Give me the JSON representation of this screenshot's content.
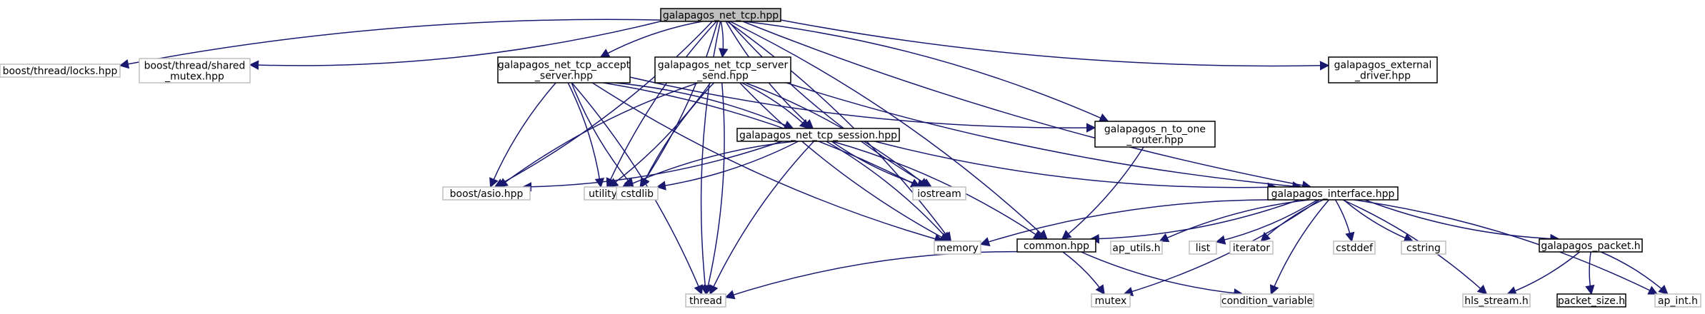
{
  "colors": {
    "edge": "#191970",
    "node_border_project": "#000000",
    "node_border_external": "#bfbfbf",
    "root_fill": "#bfbfbf",
    "text": "#000000"
  },
  "nodes": [
    {
      "id": "root",
      "lines": [
        "galapagos_net_tcp.hpp"
      ],
      "kind": "root"
    },
    {
      "id": "locks",
      "lines": [
        "boost/thread/locks.hpp"
      ],
      "kind": "external"
    },
    {
      "id": "shared_mutex",
      "lines": [
        "boost/thread/shared",
        "_mutex.hpp"
      ],
      "kind": "external"
    },
    {
      "id": "accept_server",
      "lines": [
        "galapagos_net_tcp_accept",
        "_server.hpp"
      ],
      "kind": "project"
    },
    {
      "id": "server_send",
      "lines": [
        "galapagos_net_tcp_server",
        "_send.hpp"
      ],
      "kind": "project"
    },
    {
      "id": "external_driver",
      "lines": [
        "galapagos_external",
        "_driver.hpp"
      ],
      "kind": "project"
    },
    {
      "id": "n_to_one",
      "lines": [
        "galapagos_n_to_one",
        "_router.hpp"
      ],
      "kind": "project"
    },
    {
      "id": "session",
      "lines": [
        "galapagos_net_tcp_session.hpp"
      ],
      "kind": "project"
    },
    {
      "id": "asio",
      "lines": [
        "boost/asio.hpp"
      ],
      "kind": "external"
    },
    {
      "id": "utility",
      "lines": [
        "utility"
      ],
      "kind": "external"
    },
    {
      "id": "cstdlib",
      "lines": [
        "cstdlib"
      ],
      "kind": "external"
    },
    {
      "id": "iostream",
      "lines": [
        "iostream"
      ],
      "kind": "external"
    },
    {
      "id": "interface",
      "lines": [
        "galapagos_interface.hpp"
      ],
      "kind": "project"
    },
    {
      "id": "memory",
      "lines": [
        "memory"
      ],
      "kind": "external"
    },
    {
      "id": "common",
      "lines": [
        "common.hpp"
      ],
      "kind": "project"
    },
    {
      "id": "ap_utils",
      "lines": [
        "ap_utils.h"
      ],
      "kind": "external"
    },
    {
      "id": "list",
      "lines": [
        "list"
      ],
      "kind": "external"
    },
    {
      "id": "iterator",
      "lines": [
        "iterator"
      ],
      "kind": "external"
    },
    {
      "id": "cstddef",
      "lines": [
        "cstddef"
      ],
      "kind": "external"
    },
    {
      "id": "cstring",
      "lines": [
        "cstring"
      ],
      "kind": "external"
    },
    {
      "id": "packet",
      "lines": [
        "galapagos_packet.h"
      ],
      "kind": "project"
    },
    {
      "id": "thread",
      "lines": [
        "thread"
      ],
      "kind": "external"
    },
    {
      "id": "mutex",
      "lines": [
        "mutex"
      ],
      "kind": "external"
    },
    {
      "id": "condition_variable",
      "lines": [
        "condition_variable"
      ],
      "kind": "external"
    },
    {
      "id": "hls_stream",
      "lines": [
        "hls_stream.h"
      ],
      "kind": "external"
    },
    {
      "id": "packet_size",
      "lines": [
        "packet_size.h"
      ],
      "kind": "project"
    },
    {
      "id": "ap_int",
      "lines": [
        "ap_int.h"
      ],
      "kind": "external"
    }
  ],
  "edges": [
    [
      "root",
      "locks"
    ],
    [
      "root",
      "shared_mutex"
    ],
    [
      "root",
      "accept_server"
    ],
    [
      "root",
      "server_send"
    ],
    [
      "root",
      "session"
    ],
    [
      "root",
      "asio"
    ],
    [
      "root",
      "utility"
    ],
    [
      "root",
      "cstdlib"
    ],
    [
      "root",
      "iostream"
    ],
    [
      "root",
      "memory"
    ],
    [
      "root",
      "thread"
    ],
    [
      "root",
      "n_to_one"
    ],
    [
      "root",
      "interface"
    ],
    [
      "root",
      "common"
    ],
    [
      "root",
      "external_driver"
    ],
    [
      "accept_server",
      "session"
    ],
    [
      "accept_server",
      "asio"
    ],
    [
      "accept_server",
      "utility"
    ],
    [
      "accept_server",
      "cstdlib"
    ],
    [
      "accept_server",
      "iostream"
    ],
    [
      "accept_server",
      "memory"
    ],
    [
      "accept_server",
      "thread"
    ],
    [
      "accept_server",
      "n_to_one"
    ],
    [
      "server_send",
      "session"
    ],
    [
      "server_send",
      "asio"
    ],
    [
      "server_send",
      "utility"
    ],
    [
      "server_send",
      "cstdlib"
    ],
    [
      "server_send",
      "iostream"
    ],
    [
      "server_send",
      "memory"
    ],
    [
      "server_send",
      "thread"
    ],
    [
      "server_send",
      "interface"
    ],
    [
      "session",
      "asio"
    ],
    [
      "session",
      "utility"
    ],
    [
      "session",
      "cstdlib"
    ],
    [
      "session",
      "iostream"
    ],
    [
      "session",
      "memory"
    ],
    [
      "session",
      "thread"
    ],
    [
      "session",
      "common"
    ],
    [
      "session",
      "interface"
    ],
    [
      "n_to_one",
      "common"
    ],
    [
      "interface",
      "memory"
    ],
    [
      "interface",
      "common"
    ],
    [
      "interface",
      "ap_utils"
    ],
    [
      "interface",
      "list"
    ],
    [
      "interface",
      "iterator"
    ],
    [
      "interface",
      "cstddef"
    ],
    [
      "interface",
      "cstring"
    ],
    [
      "interface",
      "mutex"
    ],
    [
      "interface",
      "condition_variable"
    ],
    [
      "interface",
      "hls_stream"
    ],
    [
      "interface",
      "packet"
    ],
    [
      "interface",
      "ap_int"
    ],
    [
      "common",
      "thread"
    ],
    [
      "common",
      "mutex"
    ],
    [
      "common",
      "condition_variable"
    ],
    [
      "packet",
      "hls_stream"
    ],
    [
      "packet",
      "packet_size"
    ],
    [
      "packet",
      "ap_int"
    ]
  ]
}
